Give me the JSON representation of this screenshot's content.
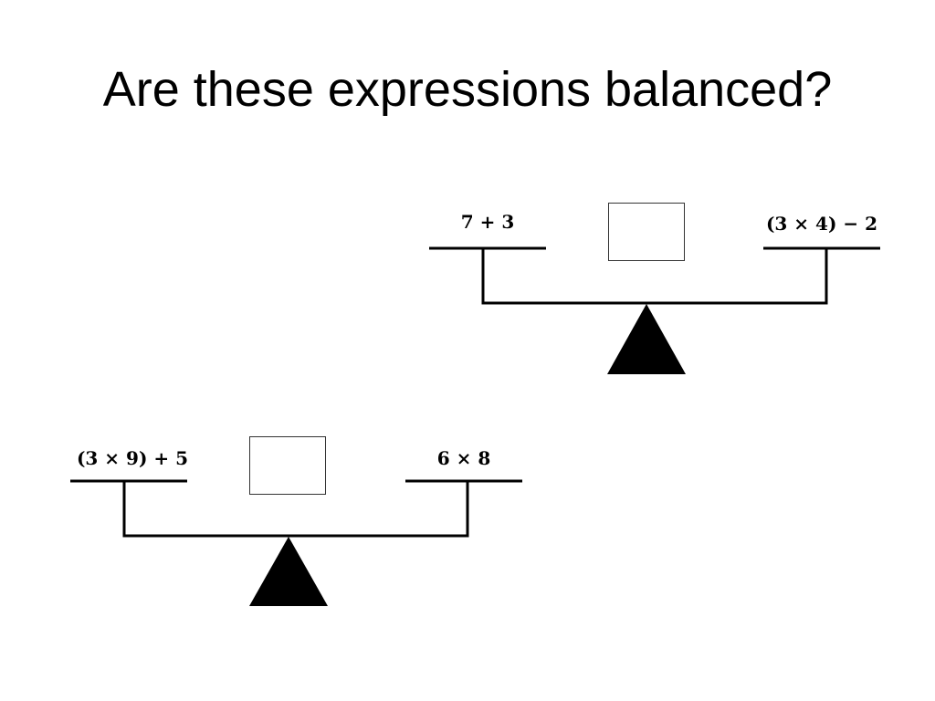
{
  "slide": {
    "title": "Are these expressions balanced?"
  },
  "scales": [
    {
      "left_expression": "7 + 3",
      "right_expression": "(3 × 4) − 2"
    },
    {
      "left_expression": "(3 × 9) + 5",
      "right_expression": "6 × 8"
    }
  ],
  "colors": {
    "ink": "#000000",
    "box_border": "#333333",
    "background": "#ffffff"
  }
}
